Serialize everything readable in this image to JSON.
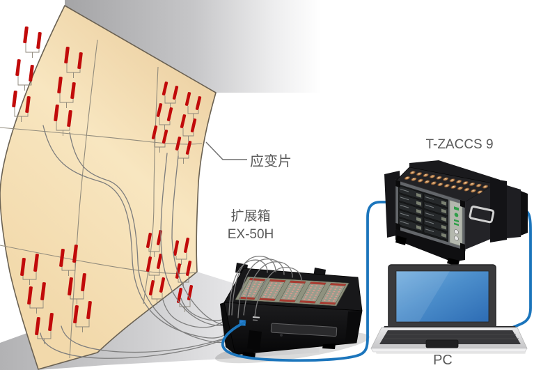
{
  "scene": {
    "labels": {
      "strain_gauge": "应变片",
      "expansion_box_title": "扩展箱",
      "expansion_box_model": "EX-50H",
      "daq_model": "T-ZACCS 9",
      "pc": "PC"
    },
    "connections": [
      {
        "from": "应变片",
        "to": "EX-50H",
        "medium": "lead-wires"
      },
      {
        "from": "EX-50H",
        "to": "T-ZACCS 9",
        "medium": "interface-cable"
      },
      {
        "from": "T-ZACCS 9",
        "to": "PC",
        "medium": "interface-cable"
      }
    ],
    "gauge_cluster_count": 4,
    "colors": {
      "wall_panel": "#F6E2B6",
      "wall_edge": "#6A6152",
      "strain_gauge_red": "#C10A0A",
      "lead_wire_gray": "#7D7D7D",
      "bracket_gray": "#8B8578",
      "interface_cable_blue": "#1B75BC",
      "label_text": "#595959",
      "device_chassis": "#141416",
      "connector_bronze": "#CF9A63",
      "terminal_pink": "#E09A90",
      "laptop_screen_blue": "#4C8ECB",
      "ceiling_gray": "#A4A4A6",
      "floor_gray": "#B2B2B4"
    }
  }
}
